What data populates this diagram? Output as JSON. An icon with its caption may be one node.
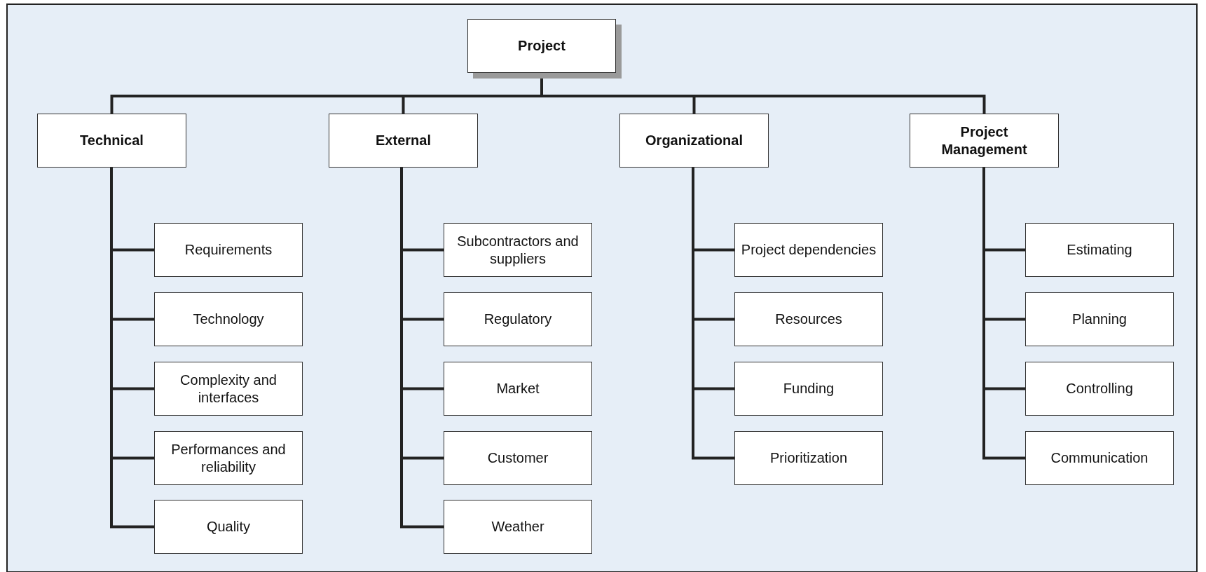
{
  "diagram": {
    "nodes": [
      {
        "text": [
          "Project"
        ]
      },
      {
        "text": [
          "Technical"
        ]
      },
      {
        "text": [
          "External"
        ]
      },
      {
        "text": [
          "Organizational"
        ]
      },
      {
        "text": [
          "Project Management"
        ]
      },
      {
        "text": [
          "Requirements"
        ]
      },
      {
        "text": [
          "Technology"
        ]
      },
      {
        "text": [
          "Complexity and interfaces"
        ]
      },
      {
        "text": [
          "Performances and reliability"
        ]
      },
      {
        "text": [
          "Quality"
        ]
      },
      {
        "text": [
          "Subcontractors and suppliers"
        ]
      },
      {
        "text": [
          "Regulatory"
        ]
      },
      {
        "text": [
          "Market"
        ]
      },
      {
        "text": [
          "Customer"
        ]
      },
      {
        "text": [
          "Weather"
        ]
      },
      {
        "text": [
          "Project dependencies"
        ]
      },
      {
        "text": [
          "Resources"
        ]
      },
      {
        "text": [
          "Funding"
        ]
      },
      {
        "text": [
          "Prioritization"
        ]
      },
      {
        "text": [
          "Estimating"
        ]
      },
      {
        "text": [
          "Planning"
        ]
      },
      {
        "text": [
          "Controlling"
        ]
      },
      {
        "text": [
          "Communication"
        ]
      }
    ],
    "edges": [
      {
        "from": 0,
        "to": 1,
        "arrow": "none"
      },
      {
        "from": 0,
        "to": 2,
        "arrow": "none"
      },
      {
        "from": 0,
        "to": 3,
        "arrow": "none"
      },
      {
        "from": 0,
        "to": 4,
        "arrow": "none"
      },
      {
        "from": 1,
        "to": 5,
        "arrow": "none"
      },
      {
        "from": 1,
        "to": 6,
        "arrow": "none"
      },
      {
        "from": 1,
        "to": 7,
        "arrow": "none"
      },
      {
        "from": 1,
        "to": 8,
        "arrow": "none"
      },
      {
        "from": 1,
        "to": 9,
        "arrow": "none"
      },
      {
        "from": 2,
        "to": 10,
        "arrow": "none"
      },
      {
        "from": 2,
        "to": 11,
        "arrow": "none"
      },
      {
        "from": 2,
        "to": 12,
        "arrow": "none"
      },
      {
        "from": 2,
        "to": 13,
        "arrow": "none"
      },
      {
        "from": 2,
        "to": 14,
        "arrow": "none"
      },
      {
        "from": 3,
        "to": 15,
        "arrow": "none"
      },
      {
        "from": 3,
        "to": 16,
        "arrow": "none"
      },
      {
        "from": 3,
        "to": 17,
        "arrow": "none"
      },
      {
        "from": 3,
        "to": 18,
        "arrow": "none"
      },
      {
        "from": 4,
        "to": 19,
        "arrow": "none"
      },
      {
        "from": 4,
        "to": 20,
        "arrow": "none"
      },
      {
        "from": 4,
        "to": 21,
        "arrow": "none"
      },
      {
        "from": 4,
        "to": 22,
        "arrow": "none"
      }
    ]
  }
}
